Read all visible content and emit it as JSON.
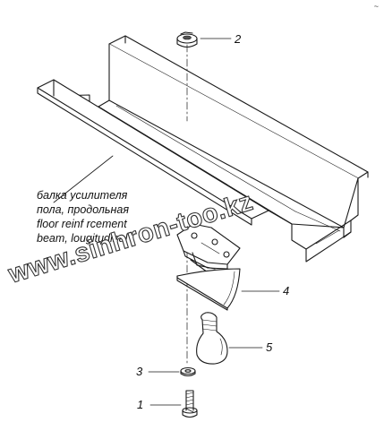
{
  "callouts": [
    {
      "number": "1"
    },
    {
      "number": "2"
    },
    {
      "number": "3"
    },
    {
      "number": "4"
    },
    {
      "number": "5"
    }
  ],
  "beam_label": {
    "line1": "балка усилителя",
    "line2": "пола, продольная",
    "line3": "floor  reinf rcement",
    "line4": "beam, lougitudinal"
  },
  "watermark": {
    "text": "www.sinhron-too.kz"
  },
  "corner_mark": "~"
}
